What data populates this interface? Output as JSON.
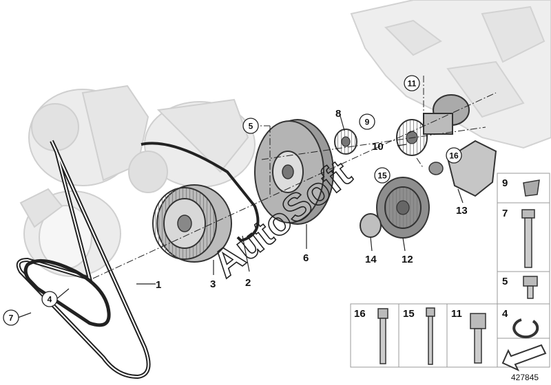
{
  "callouts": {
    "c1": "1",
    "c2": "2",
    "c3": "3",
    "c6": "6",
    "c8": "8",
    "c10": "10",
    "c12": "12",
    "c13": "13",
    "c14": "14"
  },
  "circled": {
    "c4": "4",
    "c5": "5",
    "c7": "7",
    "c9": "9",
    "c11": "11",
    "c15": "15",
    "c16": "16"
  },
  "panels": {
    "p9": "9",
    "p7": "7",
    "p5": "5",
    "p4": "4",
    "p16": "16",
    "p15": "15",
    "p11": "11"
  },
  "watermark": "AutoSoft",
  "diagram_id": "427845"
}
